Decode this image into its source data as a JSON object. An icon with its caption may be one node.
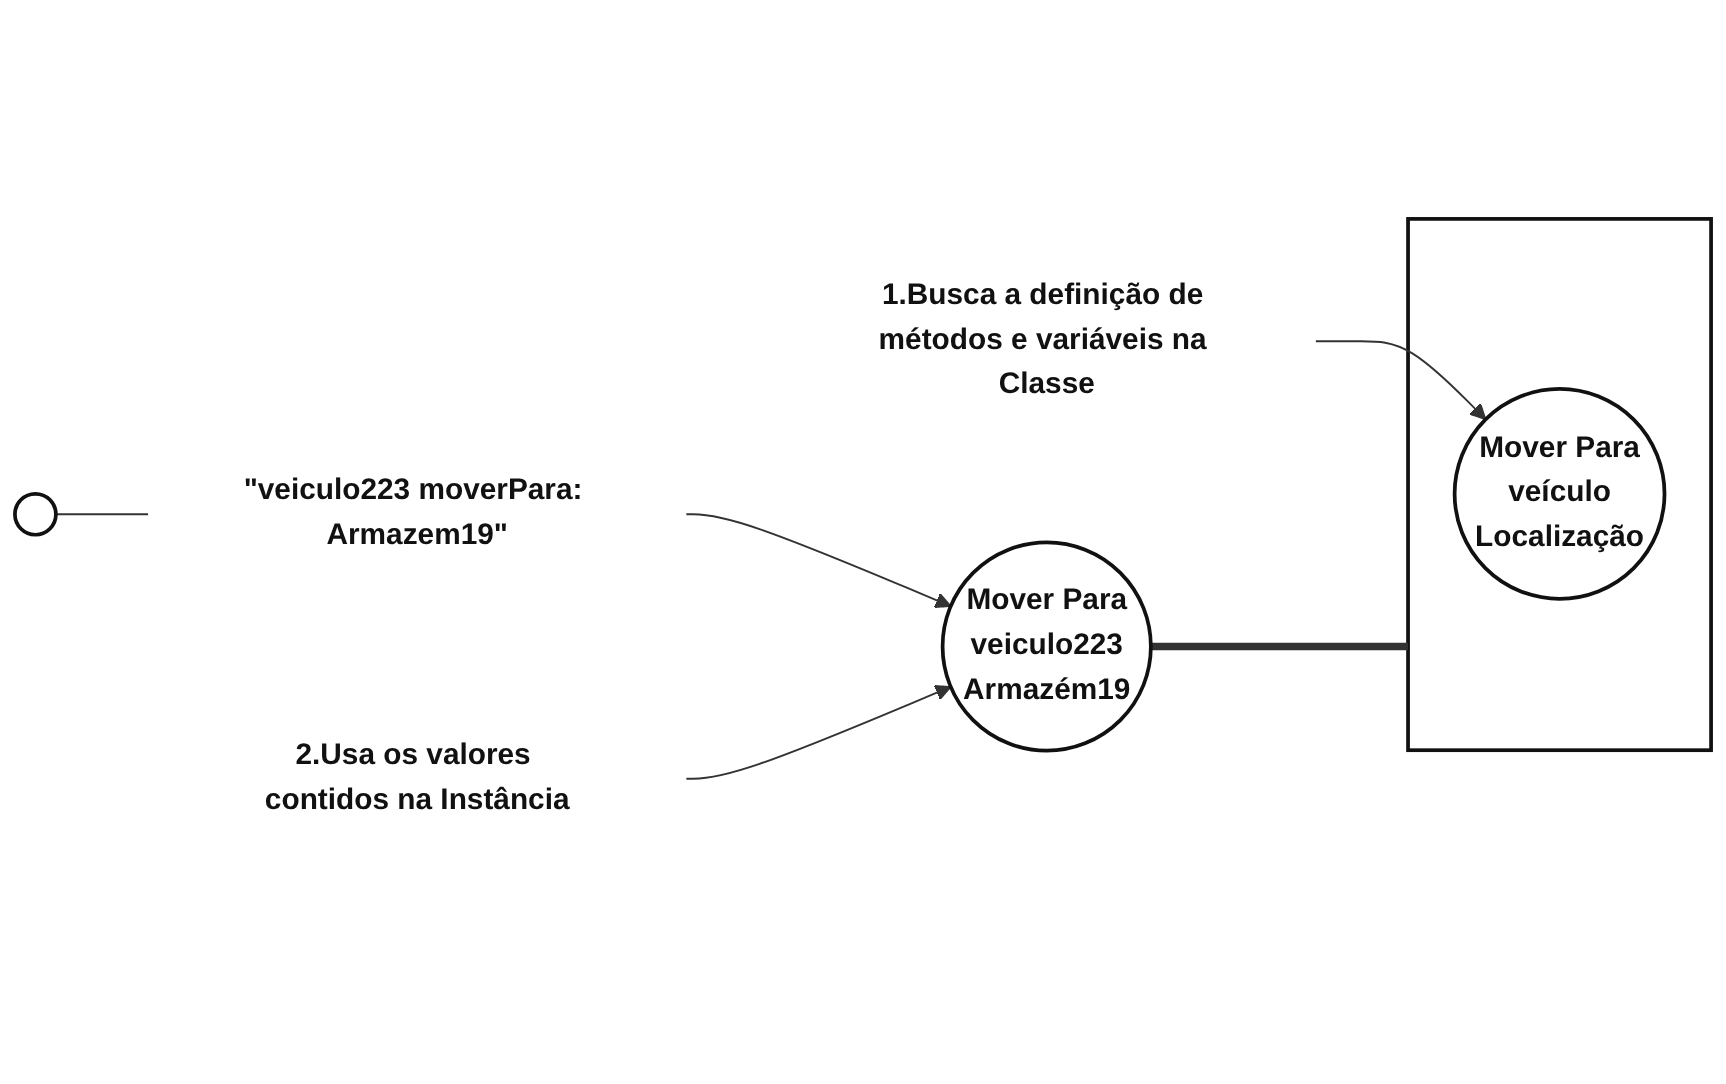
{
  "diagram": {
    "nodes": [
      {
        "text": [
          "1.Busca a definição de métodos e variáveis na Classe"
        ]
      },
      {
        "text": [],
        "shape": "circle"
      },
      {
        "text": [],
        "shape": "box"
      },
      {
        "text": [
          "Mover Para",
          "veículo",
          "Localização"
        ],
        "in": 2
      },
      {
        "text": [
          "\"veiculo223 moverPara: Armazem19\""
        ]
      },
      {
        "text": [
          "Mover Para",
          "veiculo223",
          "Armazém19"
        ]
      },
      {
        "text": [
          "2.Usa os valores contidos na Instância"
        ]
      }
    ],
    "edges": [
      {
        "from": 1,
        "to": 4,
        "arrow": "none"
      },
      {
        "from": 4,
        "to": 5,
        "arrow": "to"
      },
      {
        "from": 0,
        "to": 3,
        "arrow": "to"
      },
      {
        "from": 6,
        "to": 5,
        "arrow": "to"
      },
      {
        "from": 5,
        "to": 2,
        "arrow": "none",
        "style": "thick"
      }
    ]
  }
}
